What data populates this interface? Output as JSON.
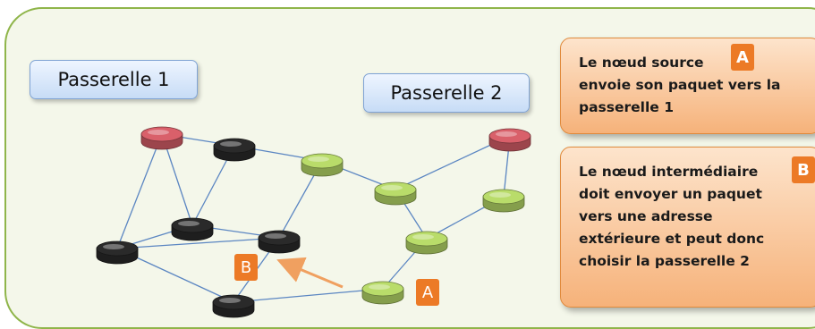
{
  "gateways": {
    "gw1": "Passerelle 1",
    "gw2": "Passerelle 2"
  },
  "callouts": {
    "a": {
      "badge": "A",
      "lines": [
        "Le nœud source",
        "envoie son paquet vers la",
        "passerelle 1"
      ]
    },
    "b": {
      "badge": "B",
      "lines": [
        "Le nœud intermédiaire",
        "doit envoyer un paquet",
        "vers une adresse",
        "extérieure et peut donc",
        "choisir la passerelle 2"
      ]
    }
  },
  "network_labels": {
    "a": "A",
    "b": "B"
  },
  "colors": {
    "gateway_node": "#d9606a",
    "mesh_node": "#2a2a2a",
    "path_node": "#b9dc6a",
    "link": "#5b86c2",
    "arrow": "#f0a060",
    "badge": "#ec7a26"
  }
}
